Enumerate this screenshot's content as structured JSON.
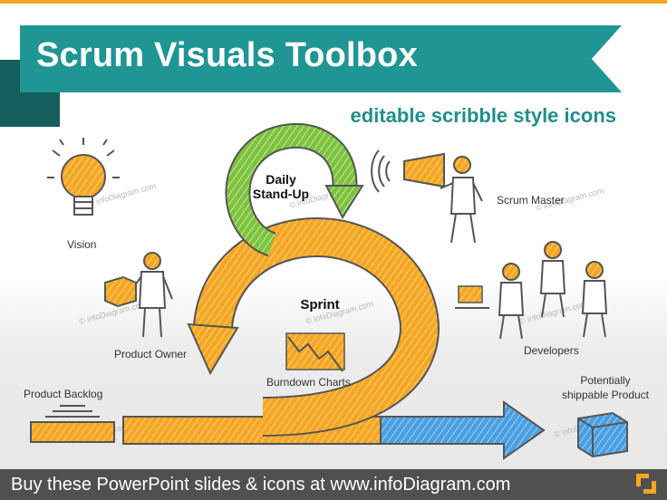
{
  "header": {
    "title": "Scrum Visuals Toolbox",
    "subtitle": "editable scribble style icons"
  },
  "cycle": {
    "daily_standup": "Daily\nStand-Up",
    "sprint": "Sprint"
  },
  "labels": {
    "vision": "Vision",
    "product_owner": "Product Owner",
    "product_backlog": "Product Backlog",
    "burndown_charts": "Burndown Charts",
    "scrum_master": "Scrum Master",
    "developers": "Developers",
    "potentially_shippable": "Potentially\nshippable Product"
  },
  "watermark": "© infoDiagram.com",
  "footer": {
    "text": "Buy these PowerPoint slides & icons at www.infoDiagram.com"
  },
  "colors": {
    "teal": "#1f9693",
    "teal_dark": "#155e5d",
    "orange": "#f5a623",
    "green": "#7dc242",
    "blue": "#4a9fe0",
    "footer_bg": "#505050"
  }
}
